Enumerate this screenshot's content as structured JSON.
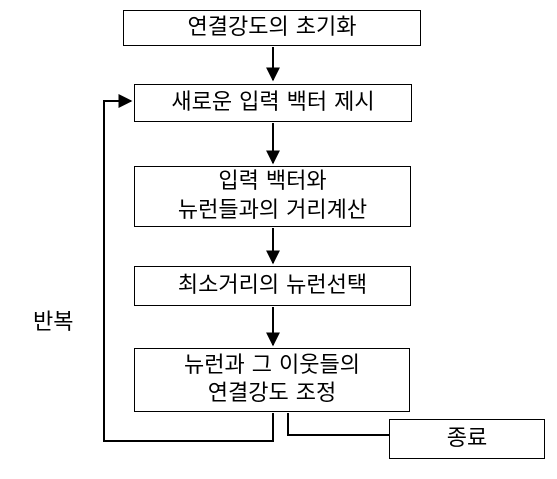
{
  "flowchart": {
    "steps": {
      "init": "연결강도의 초기화",
      "input": "새로운 입력 백터 제시",
      "distance_line1": "입력 백터와",
      "distance_line2": "뉴런들과의 거리계산",
      "select": "최소거리의 뉴런선택",
      "adjust_line1": "뉴런과 그 이웃들의",
      "adjust_line2": "연결강도 조정",
      "end": "종료"
    },
    "loop_label": "반복"
  },
  "colors": {
    "line": "#000000",
    "box_border": "#000000",
    "background": "#ffffff"
  }
}
